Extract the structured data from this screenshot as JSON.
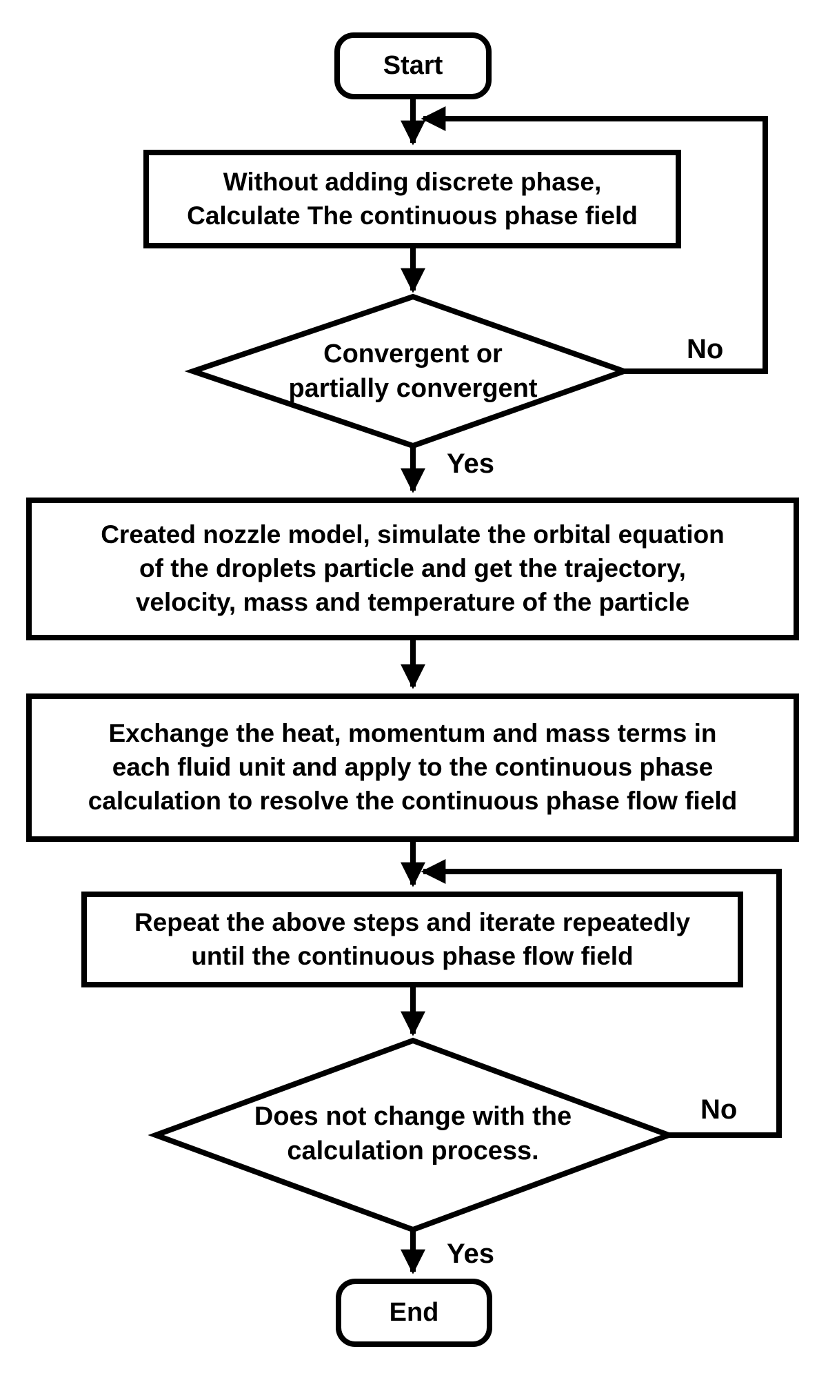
{
  "flowchart": {
    "nodes": {
      "start": {
        "label": "Start",
        "type": "terminator"
      },
      "step1": {
        "label": "Without adding discrete phase,\nCalculate The continuous phase field",
        "type": "process"
      },
      "decision1": {
        "label": "Convergent or\npartially convergent",
        "type": "decision"
      },
      "step2": {
        "label": "Created nozzle model, simulate the orbital equation\nof the droplets particle and get the trajectory,\nvelocity, mass and temperature of the particle",
        "type": "process"
      },
      "step3": {
        "label": "Exchange the heat, momentum and mass terms in\neach fluid unit and apply to the continuous phase\ncalculation to resolve the continuous phase flow field",
        "type": "process"
      },
      "step4": {
        "label": "Repeat the above steps and iterate repeatedly\nuntil the continuous phase flow field",
        "type": "process"
      },
      "decision2": {
        "label": "Does not change with the\ncalculation process.",
        "type": "decision"
      },
      "end": {
        "label": "End",
        "type": "terminator"
      }
    },
    "edge_labels": {
      "decision1_yes": "Yes",
      "decision1_no": "No",
      "decision2_yes": "Yes",
      "decision2_no": "No"
    },
    "colors": {
      "stroke": "#000000",
      "background": "#ffffff",
      "text": "#000000"
    }
  }
}
